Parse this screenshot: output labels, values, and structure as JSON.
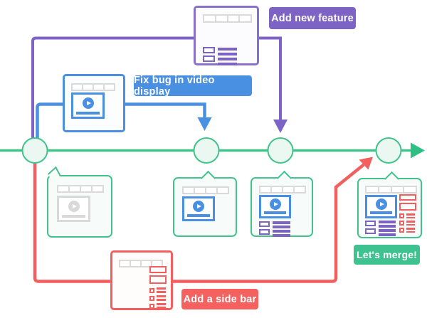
{
  "labels": {
    "feature": "Add new feature",
    "bugfix": "Fix bug in video display",
    "sidebar": "Add a side bar",
    "merge": "Let's merge!"
  },
  "colors": {
    "main_branch_green": "#42c38b",
    "feature_branch_purple": "#7d64c4",
    "bugfix_branch_blue": "#4a90e2",
    "sidebar_branch_red": "#f35f5e",
    "placeholder_gray": "#d9d9d9"
  },
  "timeline": {
    "direction": "left-to-right",
    "commit_nodes": 4
  },
  "icons": {
    "video_play": "play-icon",
    "timeline_end": "arrow-right-icon"
  }
}
